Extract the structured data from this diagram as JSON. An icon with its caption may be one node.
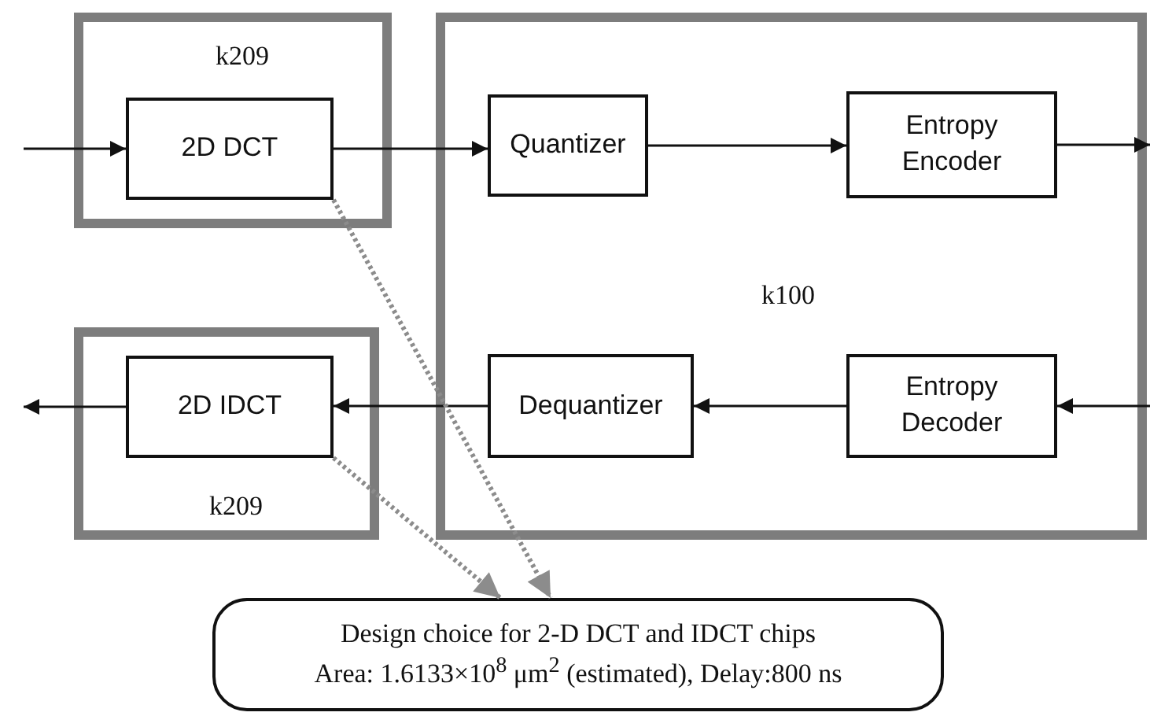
{
  "diagram": {
    "nodes": [
      {
        "text": [
          "k209"
        ]
      },
      {
        "text": [
          "2D DCT"
        ],
        "in": 0
      },
      {
        "text": [
          "k100"
        ]
      },
      {
        "text": [
          "Quantizer"
        ],
        "in": 2
      },
      {
        "text": [
          "Entropy Encoder"
        ],
        "in": 2
      },
      {
        "text": [
          "Entropy Decoder"
        ],
        "in": 2
      },
      {
        "text": [
          "Dequantizer"
        ],
        "in": 2
      },
      {
        "text": [
          "k209"
        ]
      },
      {
        "text": [
          "2D IDCT"
        ],
        "in": 7
      },
      {
        "text": [
          "Design choice for 2-D DCT and IDCT chips",
          "Area: 1.6133×10$^{8}$ μm$^{2}$ (estimated), Delay:800 ns"
        ]
      }
    ],
    "edges": [
      {
        "from": null,
        "to": 1,
        "arrow": "to"
      },
      {
        "from": 1,
        "to": 3,
        "arrow": "to"
      },
      {
        "from": 3,
        "to": 4,
        "arrow": "to"
      },
      {
        "from": 4,
        "to": null,
        "arrow": "to"
      },
      {
        "from": null,
        "to": 5,
        "arrow": "to"
      },
      {
        "from": 5,
        "to": 6,
        "arrow": "to"
      },
      {
        "from": 6,
        "to": 8,
        "arrow": "to"
      },
      {
        "from": 8,
        "to": null,
        "arrow": "to"
      },
      {
        "from": 1,
        "to": 9,
        "arrow": "to",
        "style": "dashed",
        "color": "#8c8c8c"
      },
      {
        "from": 8,
        "to": 9,
        "arrow": "to",
        "style": "dashed",
        "color": "#8c8c8c"
      }
    ]
  }
}
